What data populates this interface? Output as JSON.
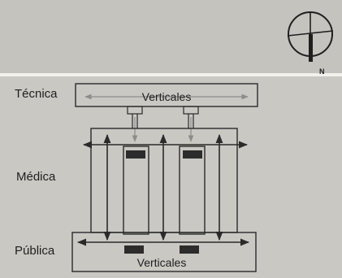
{
  "labels": {
    "tecnica": "Técnica",
    "medica": "Médica",
    "publica": "Pública",
    "verticales_top": "Verticales",
    "verticales_bottom": "Verticales",
    "north": "N"
  },
  "colors": {
    "background_top": "#c4c3be",
    "background": "#c9c8c3",
    "divider": "#f2f1ec",
    "line": "#2a2a2a",
    "arrow_light": "#8c8c8c",
    "block": "#2c2c2c"
  }
}
